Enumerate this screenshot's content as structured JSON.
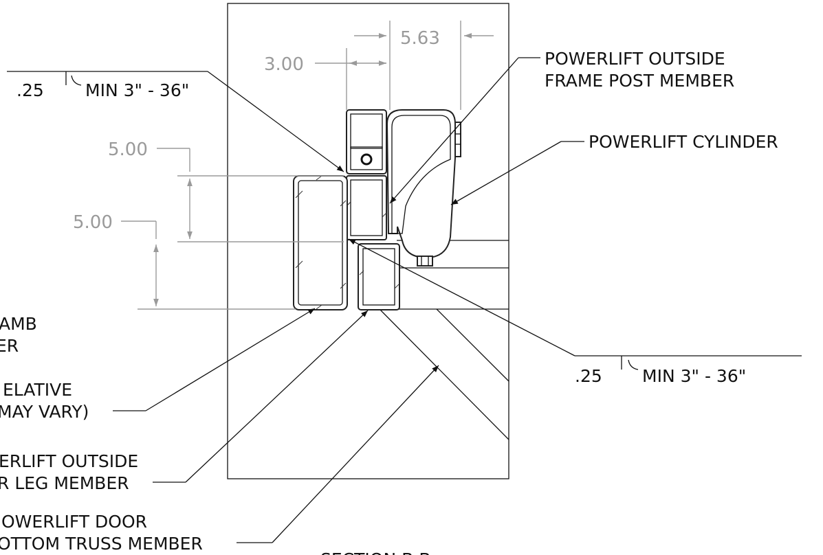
{
  "dimensions": {
    "width_563": "5.63",
    "width_300": "3.00",
    "height_500_a": "5.00",
    "height_500_b": "5.00"
  },
  "weld_symbols": {
    "left": {
      "size": ".25",
      "spec": "MIN 3\" - 36\""
    },
    "right": {
      "size": ".25",
      "spec": "MIN 3\" - 36\""
    }
  },
  "callouts": {
    "outside_frame_post": [
      "POWERLIFT OUTSIDE",
      "FRAME POST MEMBER"
    ],
    "cylinder": [
      "POWERLIFT CYLINDER"
    ],
    "jamb_member": [
      "AMB",
      "ER"
    ],
    "relative": [
      "ELATIVE",
      "MAY VARY)"
    ],
    "outside_leg": [
      "ERLIFT OUTSIDE",
      "R LEG MEMBER"
    ],
    "bottom_truss": [
      "OWERLIFT DOOR",
      "OTTOM TRUSS MEMBER"
    ]
  },
  "section_title": "SECTION B-B",
  "colors": {
    "line": "#111111",
    "dimension": "#9a9a9a",
    "background": "#ffffff"
  }
}
